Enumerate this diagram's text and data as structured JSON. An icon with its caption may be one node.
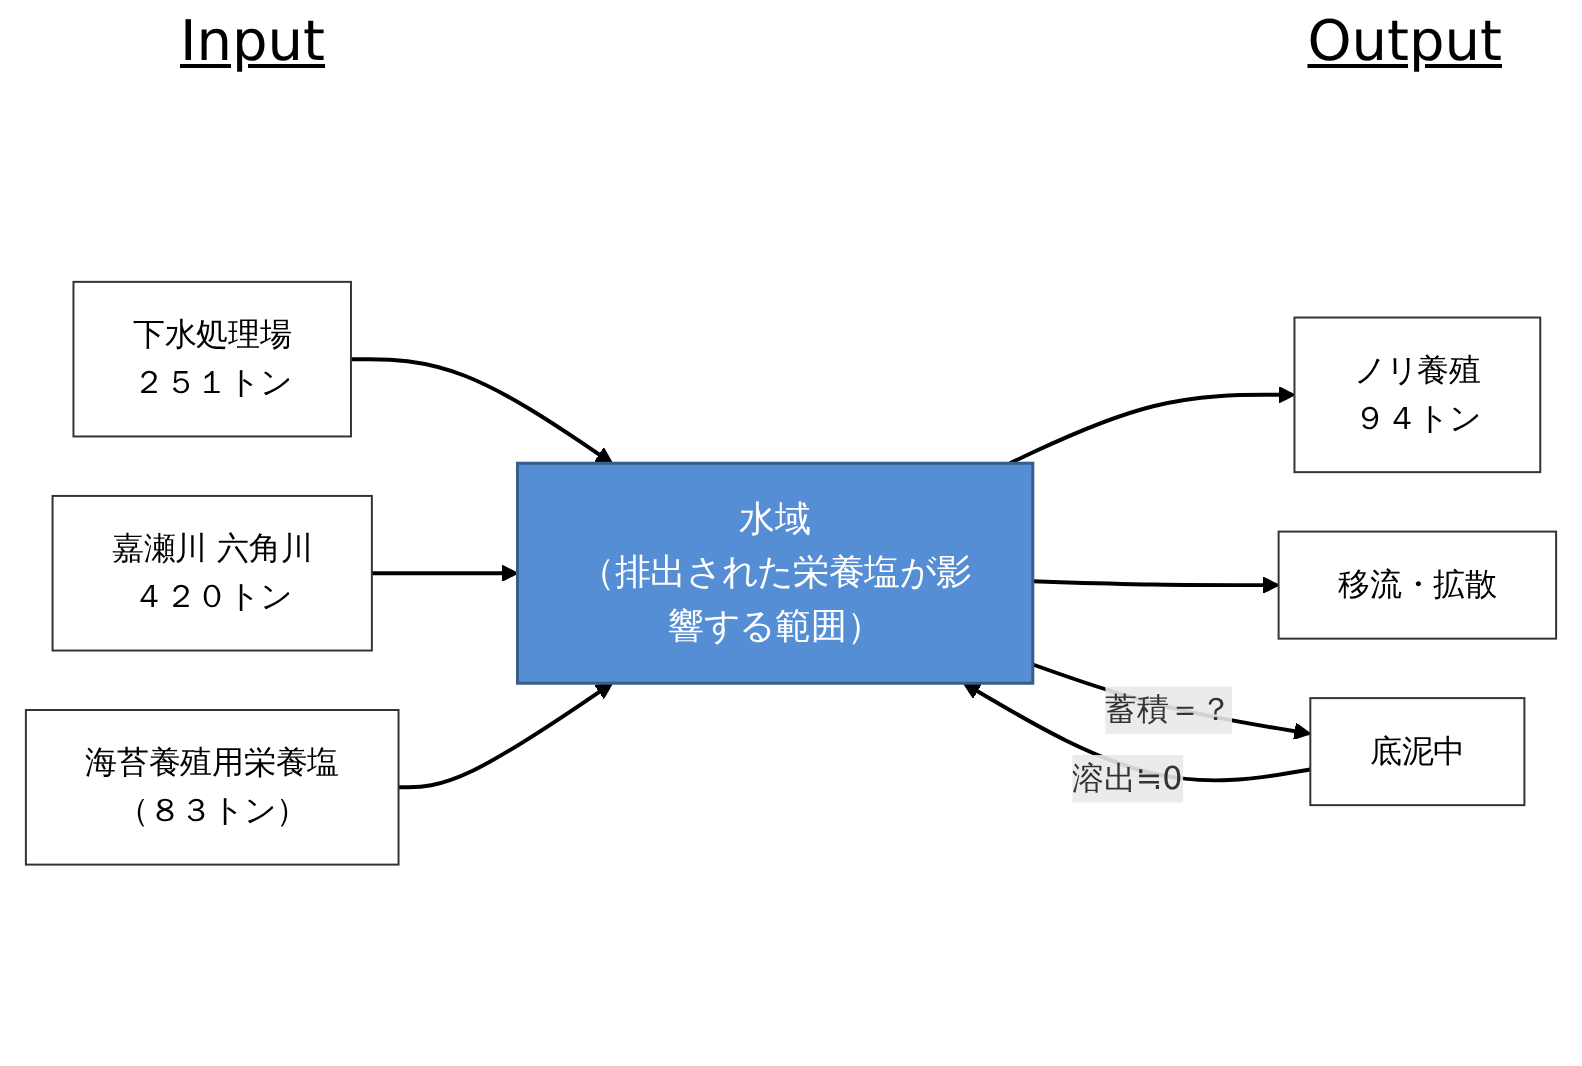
{
  "diagram": {
    "nodes": [
      {
        "text": [
          "下水処理場",
          "２５１トン"
        ]
      },
      {
        "text": [
          "嘉瀬川 六角川",
          "４２０トン"
        ]
      },
      {
        "text": [
          "海苔養殖用栄養塩",
          "（８３トン）"
        ]
      },
      {
        "text": [
          "水域",
          "（排出された栄養塩が影響する範囲）"
        ]
      },
      {
        "text": [
          "ノリ養殖",
          "９４トン"
        ]
      },
      {
        "text": [
          "移流・拡散"
        ]
      },
      {
        "text": [
          "底泥中"
        ]
      }
    ],
    "edges": [
      {
        "from": 0,
        "to": 3,
        "arrow": "to"
      },
      {
        "from": 1,
        "to": 3,
        "arrow": "to"
      },
      {
        "from": 2,
        "to": 3,
        "arrow": "to"
      },
      {
        "from": 3,
        "to": 4,
        "arrow": "to"
      },
      {
        "from": 3,
        "to": 5,
        "arrow": "to"
      },
      {
        "from": 6,
        "to": 3,
        "arrow": "to",
        "label": "溶出≒0"
      },
      {
        "from": 3,
        "to": 6,
        "arrow": "to",
        "label": "蓄積＝？"
      }
    ],
    "labels": [
      "Input",
      "Output"
    ]
  }
}
